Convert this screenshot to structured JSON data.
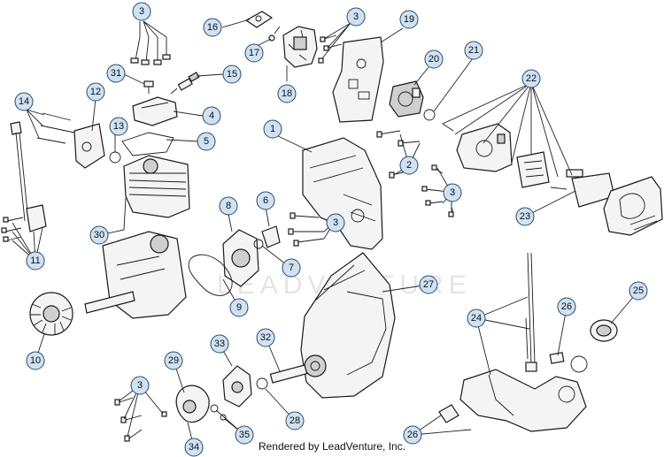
{
  "watermark": "LEADVENTURE",
  "footer": "Rendered by LeadVenture, Inc.",
  "callouts": [
    {
      "id": "c3a",
      "label": "3"
    },
    {
      "id": "c16",
      "label": "16"
    },
    {
      "id": "c3b",
      "label": "3"
    },
    {
      "id": "c19",
      "label": "19"
    },
    {
      "id": "c31",
      "label": "31"
    },
    {
      "id": "c17",
      "label": "17"
    },
    {
      "id": "c15",
      "label": "15"
    },
    {
      "id": "c18",
      "label": "18"
    },
    {
      "id": "c20",
      "label": "20"
    },
    {
      "id": "c21",
      "label": "21"
    },
    {
      "id": "c22",
      "label": "22"
    },
    {
      "id": "c14",
      "label": "14"
    },
    {
      "id": "c12",
      "label": "12"
    },
    {
      "id": "c4",
      "label": "4"
    },
    {
      "id": "c13",
      "label": "13"
    },
    {
      "id": "c5",
      "label": "5"
    },
    {
      "id": "c1",
      "label": "1"
    },
    {
      "id": "c2",
      "label": "2"
    },
    {
      "id": "c3c",
      "label": "3"
    },
    {
      "id": "c23",
      "label": "23"
    },
    {
      "id": "c8",
      "label": "8"
    },
    {
      "id": "c6",
      "label": "6"
    },
    {
      "id": "c3d",
      "label": "3"
    },
    {
      "id": "c30",
      "label": "30"
    },
    {
      "id": "c11",
      "label": "11"
    },
    {
      "id": "c7",
      "label": "7"
    },
    {
      "id": "c27",
      "label": "27"
    },
    {
      "id": "c9",
      "label": "9"
    },
    {
      "id": "c25",
      "label": "25"
    },
    {
      "id": "c24",
      "label": "24"
    },
    {
      "id": "c26a",
      "label": "26"
    },
    {
      "id": "c10",
      "label": "10"
    },
    {
      "id": "c33",
      "label": "33"
    },
    {
      "id": "c32",
      "label": "32"
    },
    {
      "id": "c29",
      "label": "29"
    },
    {
      "id": "c3e",
      "label": "3"
    },
    {
      "id": "c28",
      "label": "28"
    },
    {
      "id": "c35",
      "label": "35"
    },
    {
      "id": "c34",
      "label": "34"
    },
    {
      "id": "c26b",
      "label": "26"
    }
  ]
}
